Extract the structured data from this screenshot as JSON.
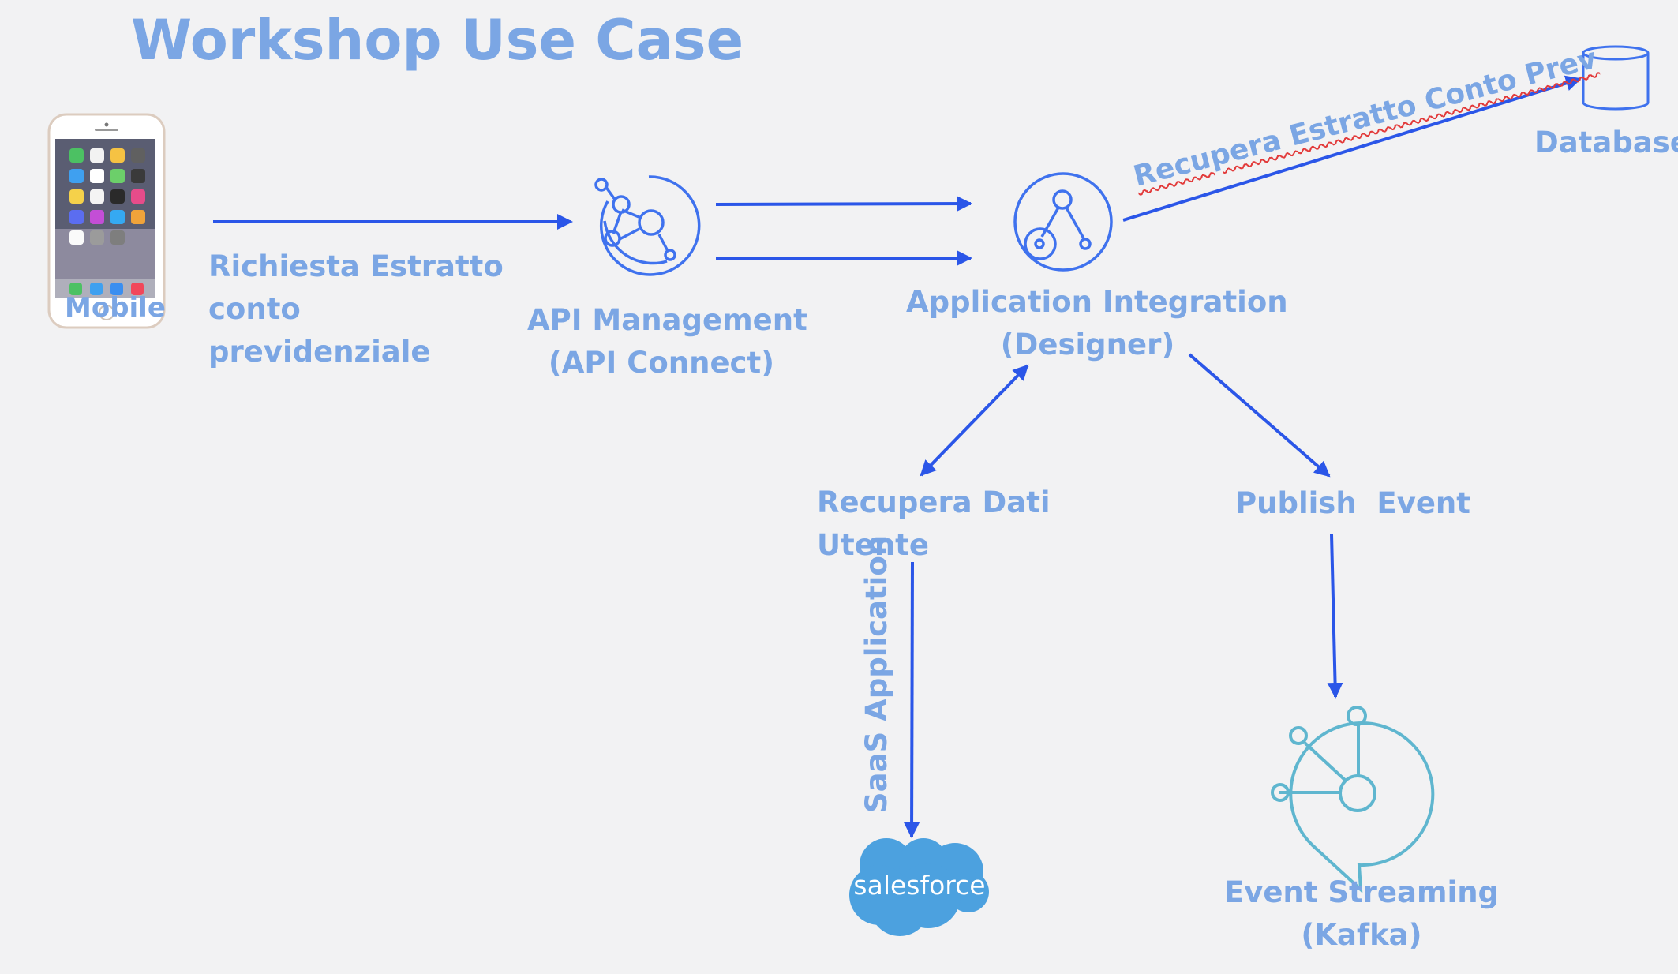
{
  "title": "Workshop Use Case",
  "nodes": {
    "mobile": {
      "label": "Mobile"
    },
    "api_management": {
      "lines": [
        "API Management",
        "(API Connect)"
      ]
    },
    "app_integration": {
      "lines": [
        "Application Integration",
        "(Designer)"
      ]
    },
    "database": {
      "label": "Database"
    },
    "recupera_dati": {
      "lines": [
        "Recupera Dati",
        "Utente"
      ]
    },
    "publish_event": {
      "label": "Publish  Event"
    },
    "salesforce": {
      "logo_text": "salesforce"
    },
    "event_streaming": {
      "lines": [
        "Event Streaming",
        "(Kafka)"
      ]
    }
  },
  "edges": {
    "mobile_to_api": {
      "lines": [
        "Richiesta Estratto",
        "conto",
        "previdenziale"
      ]
    },
    "integration_to_db": {
      "label": "Recupera Estratto Conto Prev"
    },
    "dati_to_salesforce": {
      "label": "SaaS Application"
    }
  },
  "colors": {
    "background": "#f2f2f3",
    "label": "#7ba6e4",
    "arrow": "#2b56e8",
    "icon_stroke": "#3f72ee",
    "kafka_stroke": "#5fb6cf",
    "salesforce_blue": "#4ca1df"
  }
}
